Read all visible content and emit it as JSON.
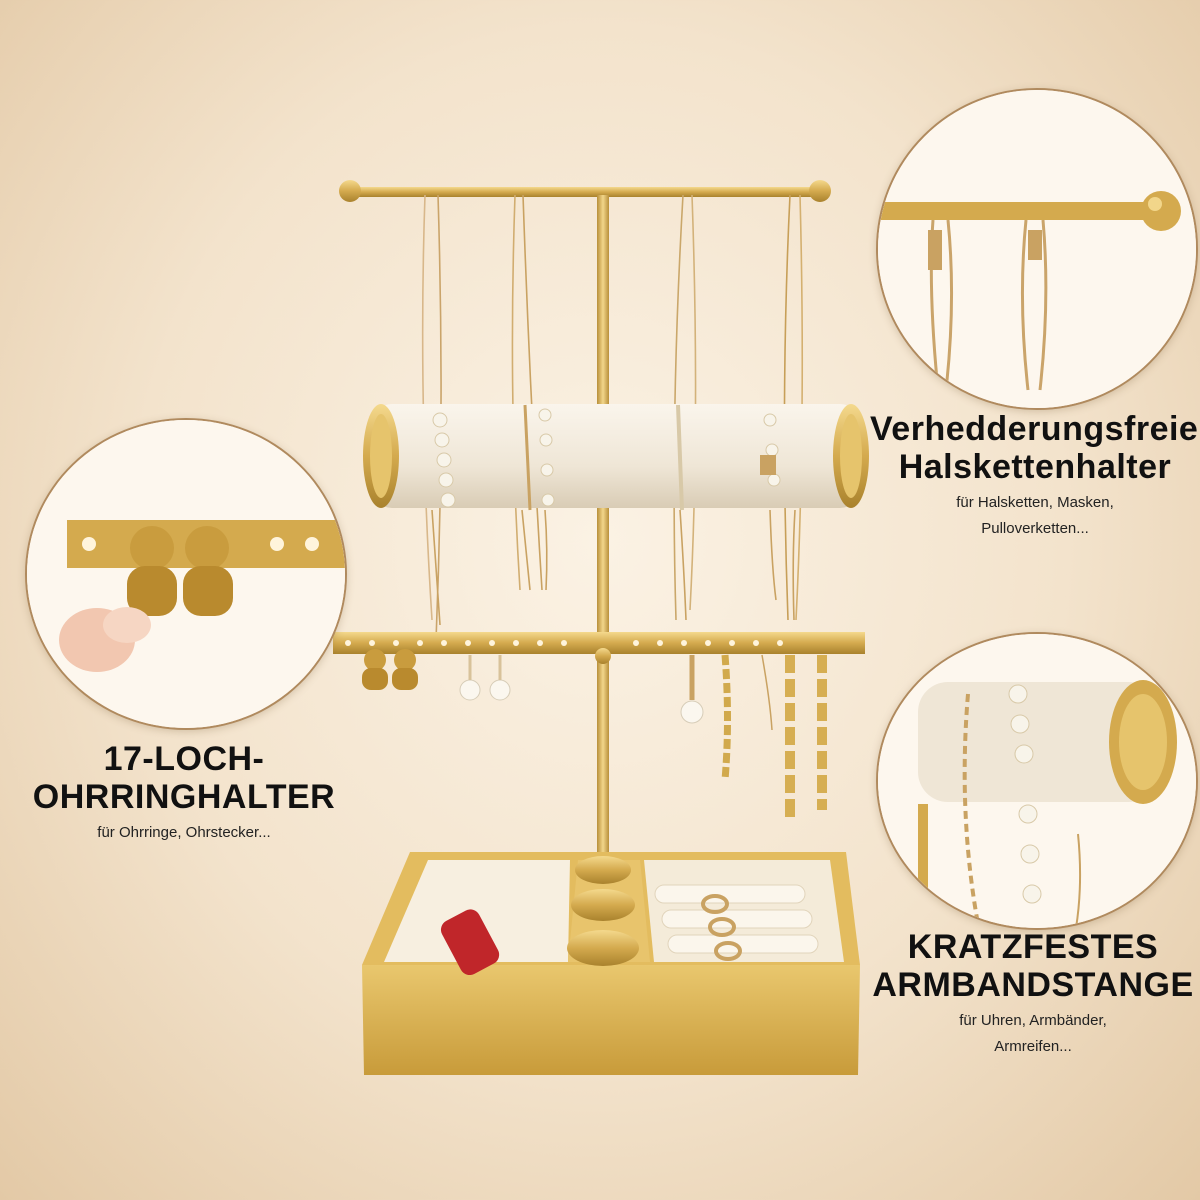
{
  "features": [
    {
      "title_lines": [
        "Verhedderungsfreier",
        "Halskettenhalter"
      ],
      "sub_lines": [
        "für Halsketten, Masken,",
        "Pulloverketten..."
      ]
    },
    {
      "title_lines": [
        "17-LOCH-",
        "OHRRINGHALTER"
      ],
      "sub_lines": [
        "für Ohrringe, Ohrstecker..."
      ]
    },
    {
      "title_lines": [
        "KRATZFESTES",
        "ARMBANDSTANGE"
      ],
      "sub_lines": [
        "für Uhren, Armbänder,",
        "Armreifen..."
      ]
    }
  ],
  "colors": {
    "gold": "#d4aa4e",
    "gold_dark": "#a9822d",
    "velvet": "#efe6d6",
    "background": "#f3e3cc"
  }
}
